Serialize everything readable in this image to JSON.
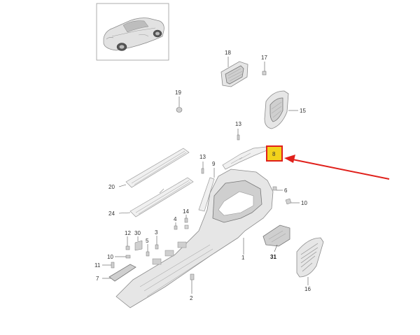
{
  "callouts": {
    "p18": "18",
    "p17": "17",
    "p19": "19",
    "p15": "15",
    "p13a": "13",
    "p8": "8",
    "p13b": "13",
    "p9": "9",
    "p20": "20",
    "p6": "6",
    "p10a": "10",
    "p24": "24",
    "p14": "14",
    "p4": "4",
    "p12": "12",
    "p30": "30",
    "p3": "3",
    "p5": "5",
    "p1": "1",
    "p31": "31",
    "p10b": "10",
    "p11": "11",
    "p7": "7",
    "p2": "2",
    "p16": "16"
  },
  "colors": {
    "highlight_fill": "#f2d21b",
    "highlight_border": "#e0201b",
    "arrow": "#e0201b"
  },
  "icons": {
    "thumbnail": "sports-car-thumbnail-icon",
    "pointer": "red-arrow-icon"
  }
}
